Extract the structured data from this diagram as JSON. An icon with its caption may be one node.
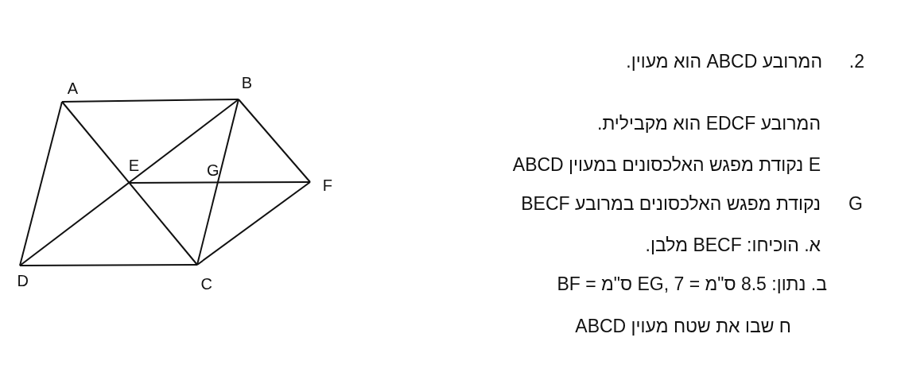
{
  "diagram": {
    "nodes": [
      {
        "text": [
          "A"
        ]
      },
      {
        "text": [
          "B"
        ]
      },
      {
        "text": [
          "C"
        ]
      },
      {
        "text": [
          "D"
        ]
      },
      {
        "text": [
          "E"
        ]
      },
      {
        "text": [
          "F"
        ]
      },
      {
        "text": [
          "G"
        ]
      }
    ],
    "edges": [
      {
        "from": 0,
        "to": 1,
        "arrow": "none"
      },
      {
        "from": 1,
        "to": 2,
        "arrow": "none"
      },
      {
        "from": 2,
        "to": 3,
        "arrow": "none"
      },
      {
        "from": 3,
        "to": 0,
        "arrow": "none"
      },
      {
        "from": 0,
        "to": 2,
        "arrow": "none"
      },
      {
        "from": 3,
        "to": 1,
        "arrow": "none"
      },
      {
        "from": 1,
        "to": 5,
        "arrow": "none"
      },
      {
        "from": 5,
        "to": 2,
        "arrow": "none"
      },
      {
        "from": 4,
        "to": 5,
        "arrow": "none"
      }
    ],
    "labels": [
      "2.",
      "המרובע ABCD הוא מעוין.",
      "המרובע EDCF הוא מקבילית.",
      "E נקודת מפגש האלכסונים במעוין ABCD",
      "G",
      "נקודת מפגש האלכסונים במרובע BECF",
      "א. הוכיחו: BECF מלבן.",
      "ב. נתון: 8.5 ס\"מ = EG, 7 ס\"מ = BF",
      "ח שבו את שטח מעוין ABCD"
    ]
  }
}
